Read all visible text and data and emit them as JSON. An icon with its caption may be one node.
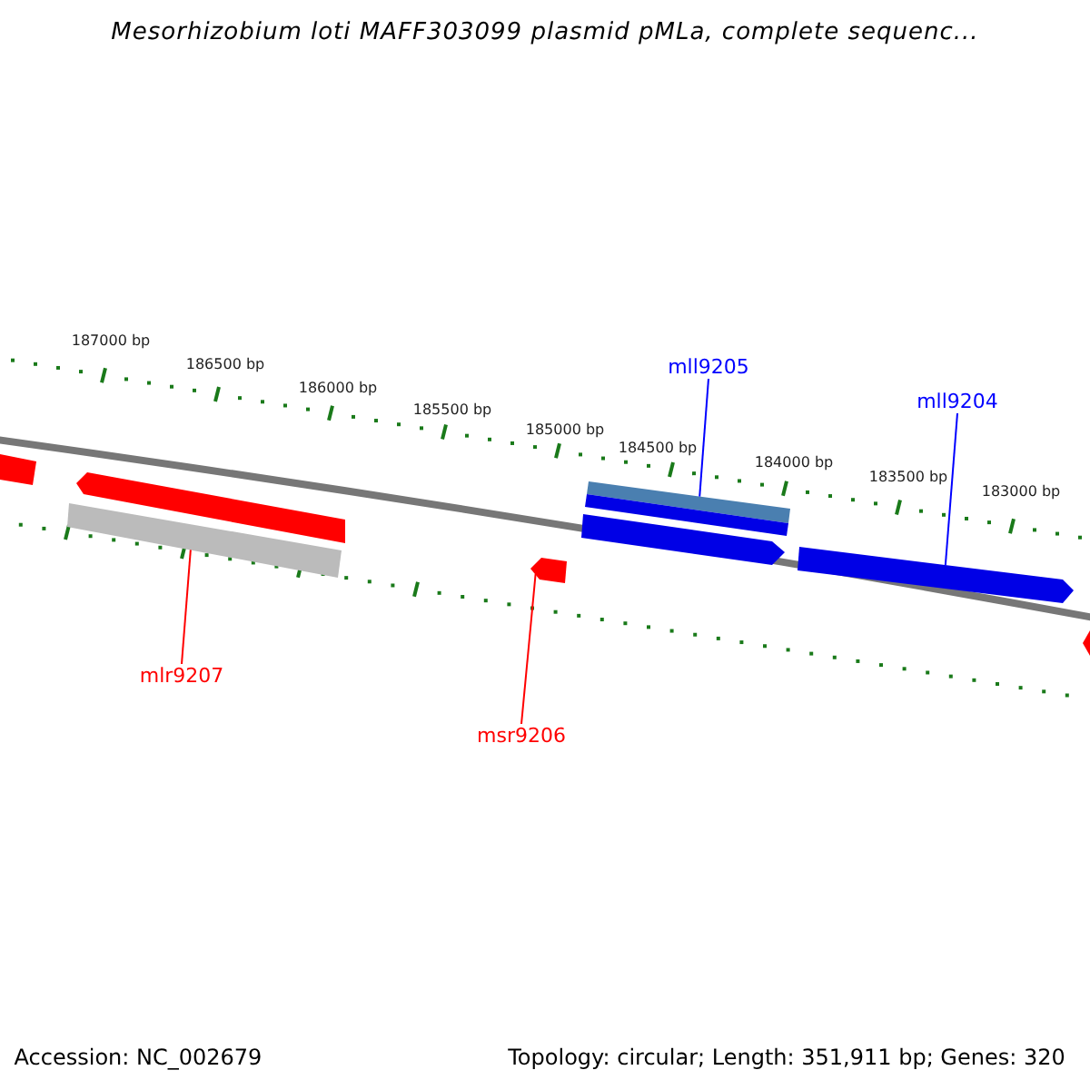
{
  "diagram": {
    "title": "Mesorhizobium loti MAFF303099 plasmid pMLa, complete sequenc...",
    "nodes": [
      {
        "text": [
          "mll9205"
        ]
      },
      {
        "text": [
          "mll9204"
        ]
      },
      {
        "text": [],
        "shape": "arrow"
      },
      {
        "text": [],
        "shape": "arrow"
      },
      {
        "text": [],
        "shape": "arrow"
      },
      {
        "text": [],
        "shape": "arrow"
      },
      {
        "text": [
          "mlr9207"
        ]
      },
      {
        "text": [
          "msr9206"
        ]
      }
    ],
    "edges": [
      {
        "from": 0,
        "to": 3,
        "arrow": "none",
        "color": "#0000ff"
      },
      {
        "from": 1,
        "to": 5,
        "arrow": "none",
        "color": "#0000ff"
      },
      {
        "from": 6,
        "to": 2,
        "arrow": "none",
        "color": "#ff0000"
      },
      {
        "from": 7,
        "to": 4,
        "arrow": "none",
        "color": "#ff0000"
      }
    ],
    "labels": [
      "187000 bp",
      "186500 bp",
      "186000 bp",
      "185500 bp",
      "185000 bp",
      "184500 bp",
      "184000 bp",
      "183500 bp",
      "183000 bp",
      "Accession: NC_002679",
      "Topology: circular; Length: 351,911 bp; Genes: 320"
    ]
  }
}
